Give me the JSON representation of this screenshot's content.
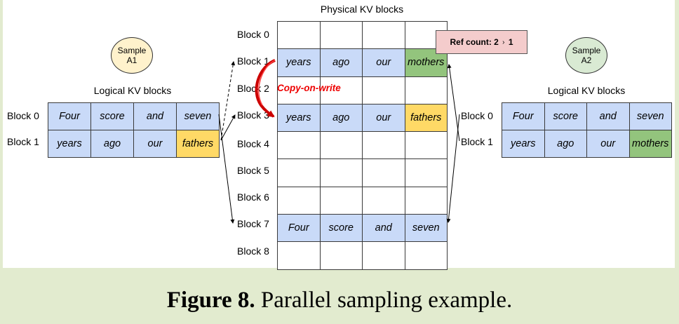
{
  "physical": {
    "title": "Physical KV blocks",
    "rows": [
      {
        "label": "Block 0",
        "cells": [
          "",
          "",
          "",
          ""
        ],
        "colors": [
          "white",
          "white",
          "white",
          "white"
        ]
      },
      {
        "label": "Block 1",
        "cells": [
          "years",
          "ago",
          "our",
          "mothers"
        ],
        "colors": [
          "blue",
          "blue",
          "blue",
          "green"
        ]
      },
      {
        "label": "Block 2",
        "cells": [
          "",
          "",
          "",
          ""
        ],
        "colors": [
          "white",
          "white",
          "white",
          "white"
        ]
      },
      {
        "label": "Block 3",
        "cells": [
          "years",
          "ago",
          "our",
          "fathers"
        ],
        "colors": [
          "blue",
          "blue",
          "blue",
          "yellow"
        ]
      },
      {
        "label": "Block 4",
        "cells": [
          "",
          "",
          "",
          ""
        ],
        "colors": [
          "white",
          "white",
          "white",
          "white"
        ]
      },
      {
        "label": "Block 5",
        "cells": [
          "",
          "",
          "",
          ""
        ],
        "colors": [
          "white",
          "white",
          "white",
          "white"
        ]
      },
      {
        "label": "Block 6",
        "cells": [
          "",
          "",
          "",
          ""
        ],
        "colors": [
          "white",
          "white",
          "white",
          "white"
        ]
      },
      {
        "label": "Block 7",
        "cells": [
          "Four",
          "score",
          "and",
          "seven"
        ],
        "colors": [
          "blue",
          "blue",
          "blue",
          "blue"
        ]
      },
      {
        "label": "Block 8",
        "cells": [
          "",
          "",
          "",
          ""
        ],
        "colors": [
          "white",
          "white",
          "white",
          "white"
        ]
      }
    ]
  },
  "sample_a1": {
    "name": "Sample\nA1",
    "circle_color": "#fff2cc",
    "title": "Logical KV blocks",
    "rows": [
      {
        "label": "Block 0",
        "cells": [
          "Four",
          "score",
          "and",
          "seven"
        ],
        "colors": [
          "blue",
          "blue",
          "blue",
          "blue"
        ]
      },
      {
        "label": "Block 1",
        "cells": [
          "years",
          "ago",
          "our",
          "fathers"
        ],
        "colors": [
          "blue",
          "blue",
          "blue",
          "yellow"
        ]
      }
    ]
  },
  "sample_a2": {
    "name": "Sample\nA2",
    "circle_color": "#d9ead3",
    "title": "Logical KV blocks",
    "rows": [
      {
        "label": "Block 0",
        "cells": [
          "Four",
          "score",
          "and",
          "seven"
        ],
        "colors": [
          "blue",
          "blue",
          "blue",
          "blue"
        ]
      },
      {
        "label": "Block 1",
        "cells": [
          "years",
          "ago",
          "our",
          "mothers"
        ],
        "colors": [
          "blue",
          "blue",
          "blue",
          "green"
        ]
      }
    ]
  },
  "ref_count": {
    "label": "Ref count: 2 ",
    "arrow": "›",
    "value": " 1"
  },
  "copy_on_write": "Copy-on-write",
  "colors": {
    "blue": "#c9daf8",
    "yellow": "#ffd966",
    "green": "#93c47d",
    "pink": "#f4cccc",
    "cow_red": "#ee0000",
    "background": "#e2ebcf"
  },
  "caption": {
    "label": "Figure 8.",
    "text": " Parallel sampling example."
  }
}
